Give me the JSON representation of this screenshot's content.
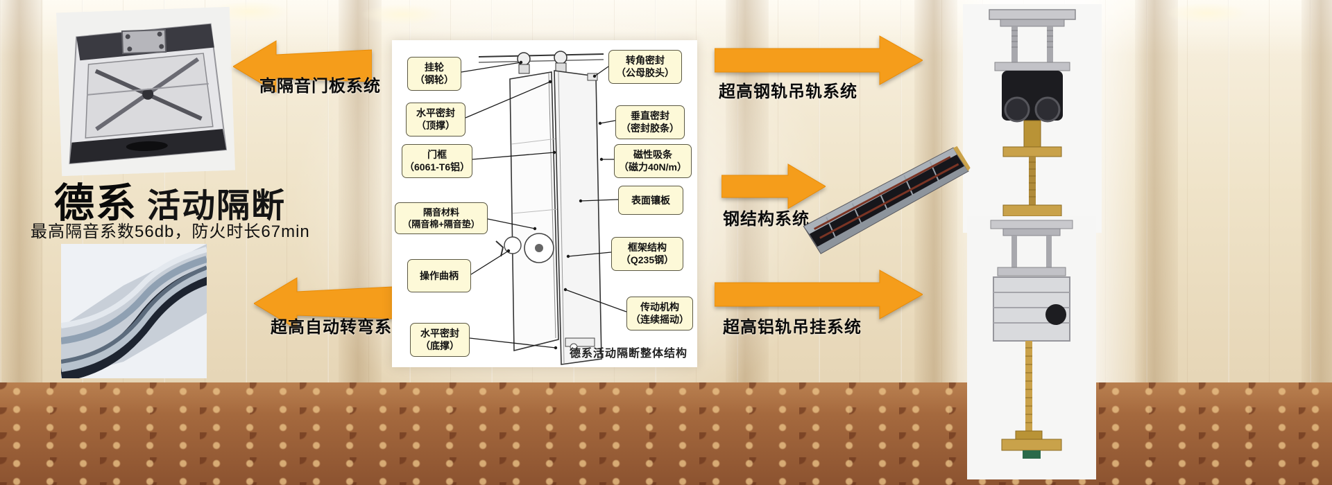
{
  "page": {
    "title_brand": "德系",
    "title_name": "活动隔断",
    "subtitle": "最高隔音系数56db，防火时长67min"
  },
  "systems": {
    "door_panel": "高隔音门板系统",
    "auto_turn": "超高自动转弯系统",
    "steel_rail": "超高钢轨吊轨系统",
    "steel_structure": "钢结构系统",
    "alu_rail": "超高铝轨吊挂系统"
  },
  "diagram": {
    "caption": "德系活动隔断整体结构",
    "callouts_left": [
      {
        "text": "挂轮\n（钢轮）"
      },
      {
        "text": "水平密封\n（顶撑）"
      },
      {
        "text": "门框\n（6061-T6铝）"
      },
      {
        "text": "隔音材料\n（隔音棉+隔音垫）"
      },
      {
        "text": "操作曲柄"
      },
      {
        "text": "水平密封\n（底撑）"
      }
    ],
    "callouts_right": [
      {
        "text": "转角密封\n（公母胶头）"
      },
      {
        "text": "垂直密封\n（密封胶条）"
      },
      {
        "text": "磁性吸条\n（磁力40N/m）"
      },
      {
        "text": "表面镶板"
      },
      {
        "text": "框架结构\n（Q235钢）"
      },
      {
        "text": "传动机构\n（连续摇动）"
      }
    ]
  },
  "colors": {
    "arrow_orange": "#F59D1B",
    "arrow_orange_dark": "#E88B06",
    "callout_bg": "#FDF9D8",
    "callout_border": "#5A5742",
    "text": "#111111"
  }
}
